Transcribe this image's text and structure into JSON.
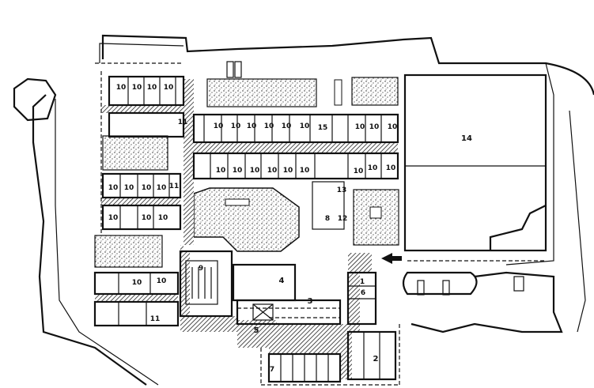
{
  "plan": {
    "labels": {
      "l1": "1",
      "l2": "2",
      "l3": "3",
      "l4": "4",
      "l5": "5",
      "l6": "6",
      "l7": "7",
      "l8": "8",
      "l9": "9",
      "l10": "10",
      "l11": "11",
      "l12": "12",
      "l13": "13",
      "l14": "14",
      "l15": "15"
    },
    "colors": {
      "ink": "#111111",
      "paper": "#ffffff"
    }
  }
}
